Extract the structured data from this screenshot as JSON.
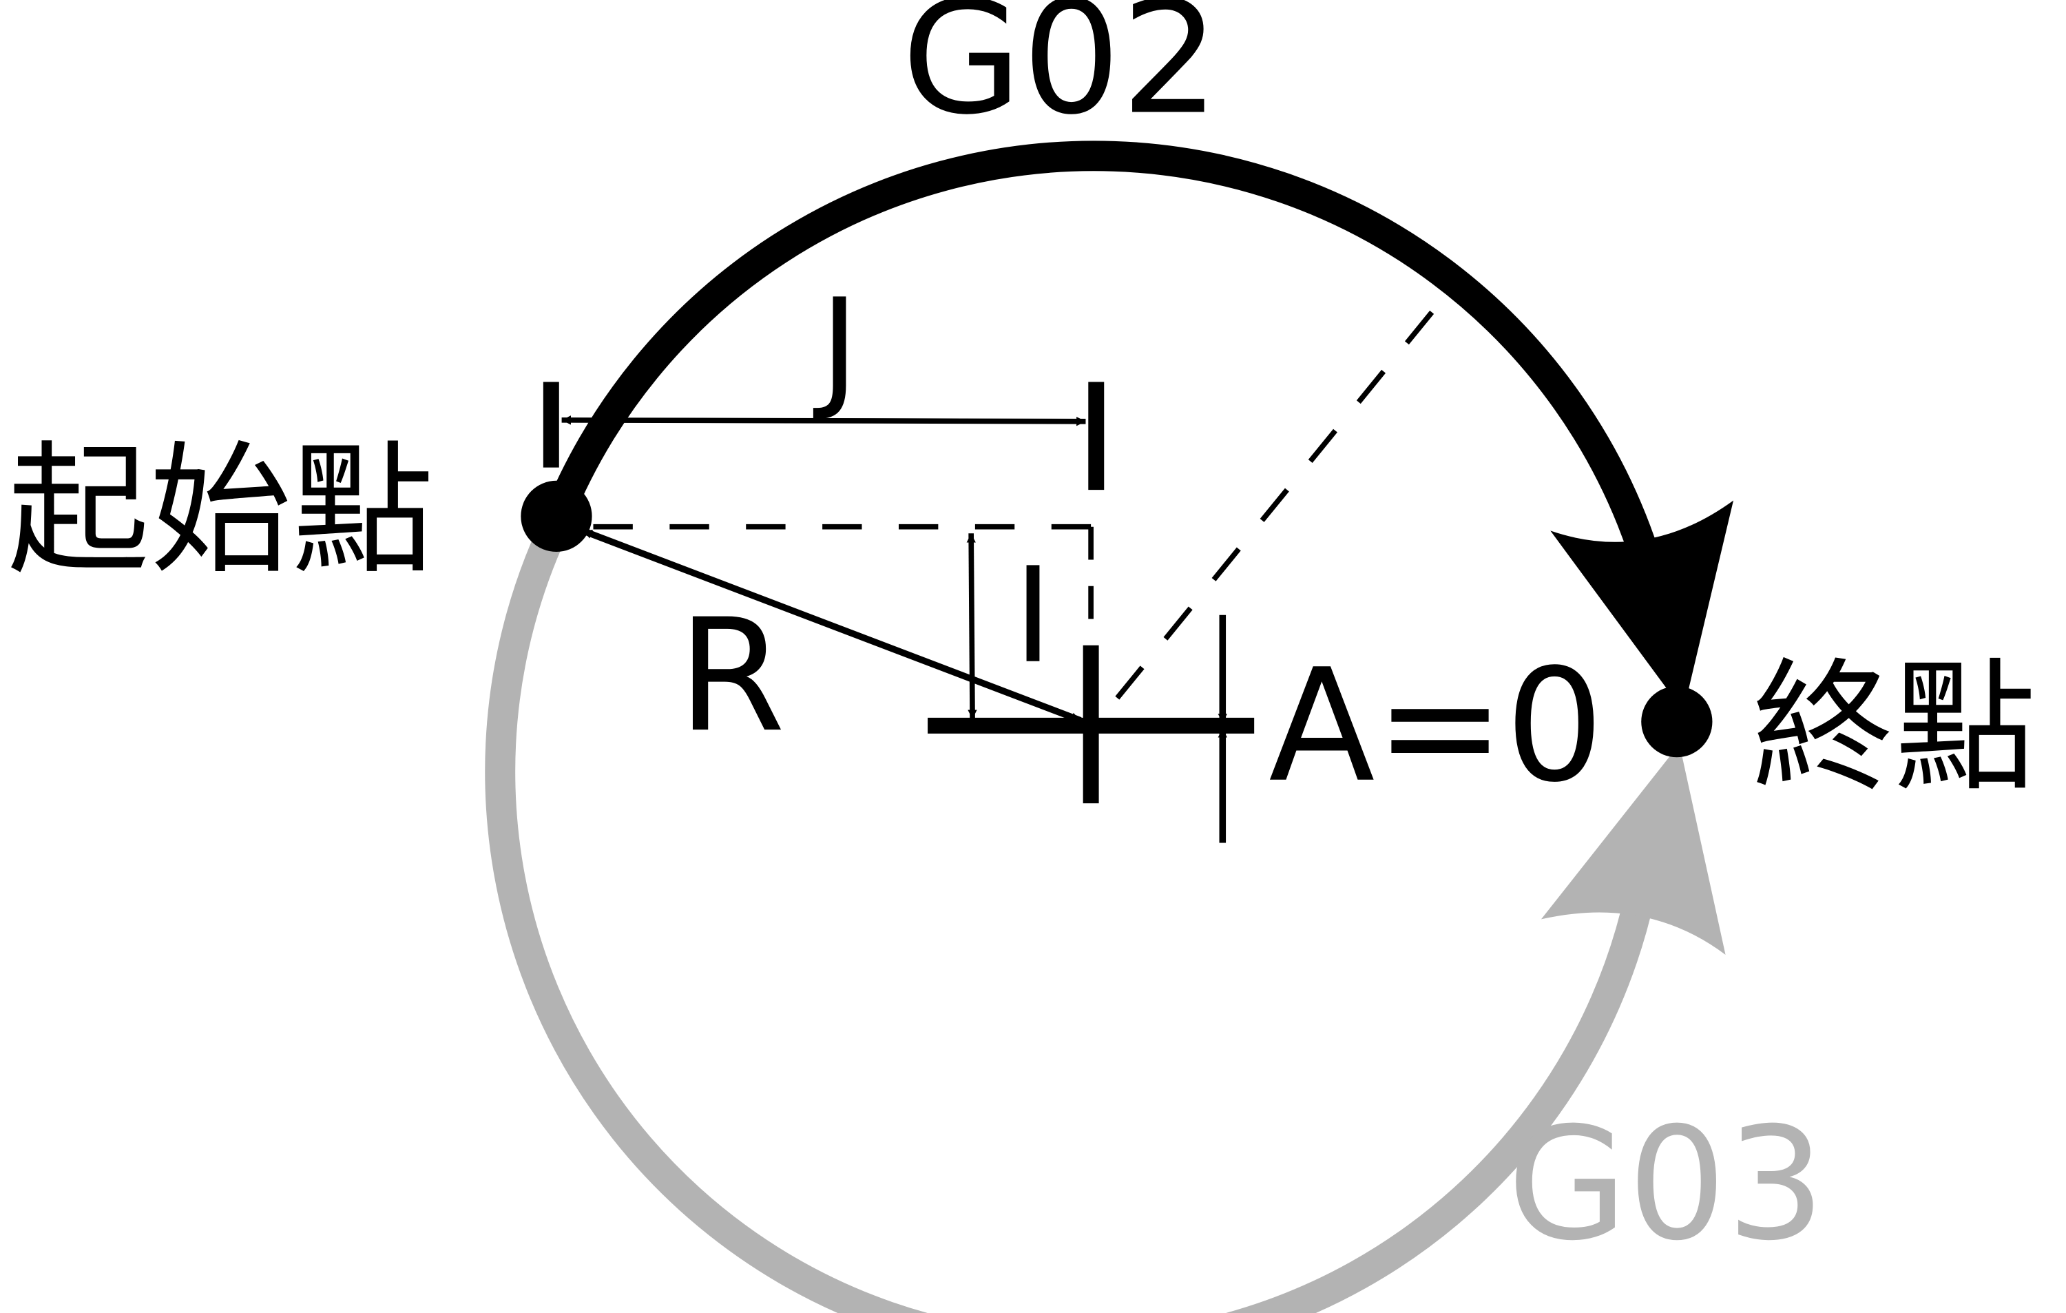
{
  "labels": {
    "g02": "G02",
    "g03": "G03",
    "start": "起始點",
    "end": "終點",
    "j": "J",
    "i": "I",
    "r": "R",
    "a": "A=0"
  },
  "colors": {
    "primary": "#000000",
    "secondary": "#b3b3b3"
  }
}
